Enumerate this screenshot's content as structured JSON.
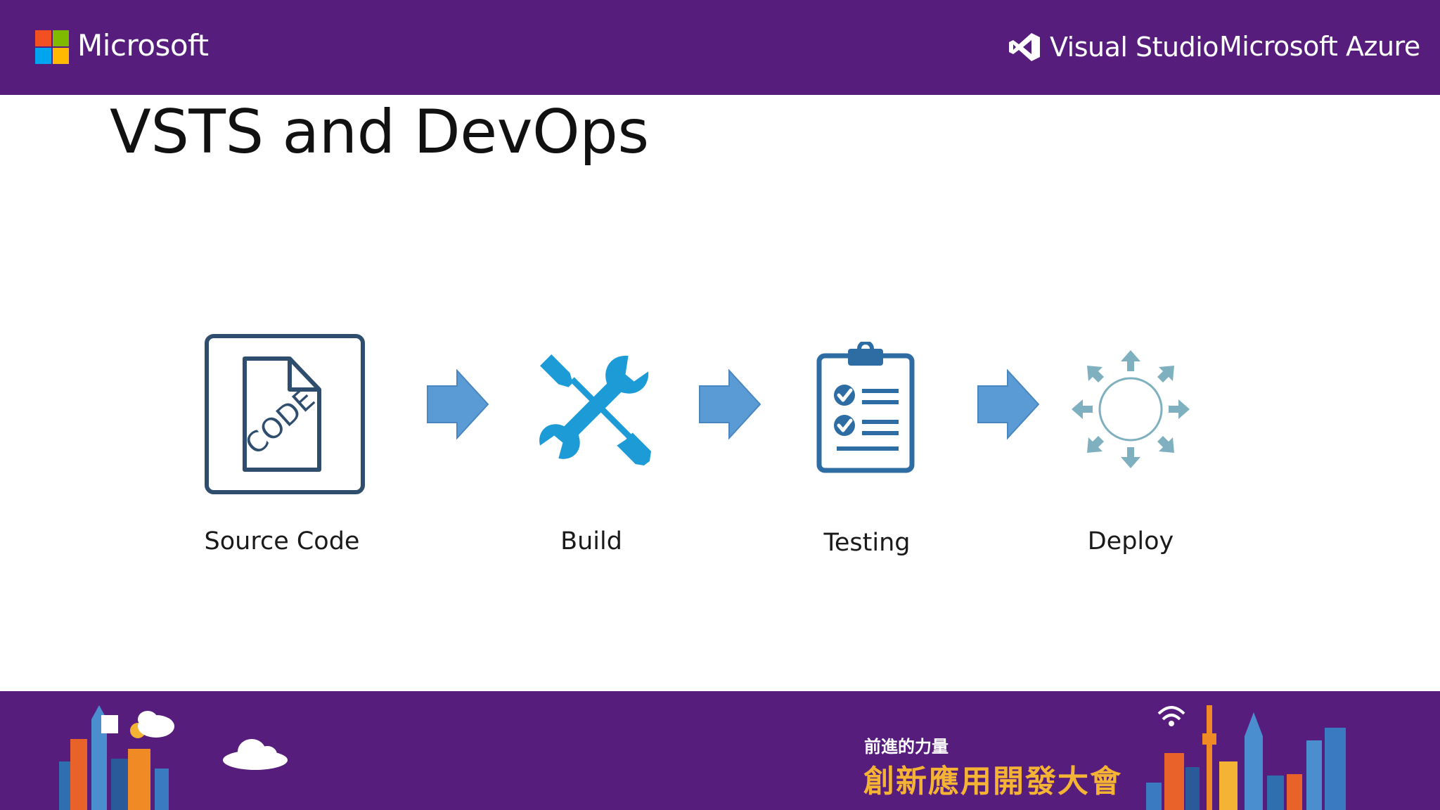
{
  "header": {
    "brand": "Microsoft",
    "visual_studio": "Visual Studio",
    "azure": "Microsoft Azure",
    "logo_colors": [
      "#f25022",
      "#7fba00",
      "#00a4ef",
      "#ffb900"
    ],
    "background": "#561d7d"
  },
  "slide": {
    "title": "VSTS and DevOps"
  },
  "pipeline": {
    "arrow_color": "#5b9bd5",
    "stages": [
      {
        "label": "Source Code",
        "icon": "code-document-icon",
        "icon_text": "CODE",
        "color": "#2f4e6e"
      },
      {
        "label": "Build",
        "icon": "wrench-screwdriver-icon",
        "color": "#1c9bd7"
      },
      {
        "label": "Testing",
        "icon": "clipboard-checklist-icon",
        "color": "#2e6da4"
      },
      {
        "label": "Deploy",
        "icon": "deploy-spread-icon",
        "color": "#7fb0bf"
      }
    ]
  },
  "footer": {
    "event_subtitle": "前進的力量",
    "event_title": "創新應用開發大會",
    "title_color": "#f5b335"
  }
}
